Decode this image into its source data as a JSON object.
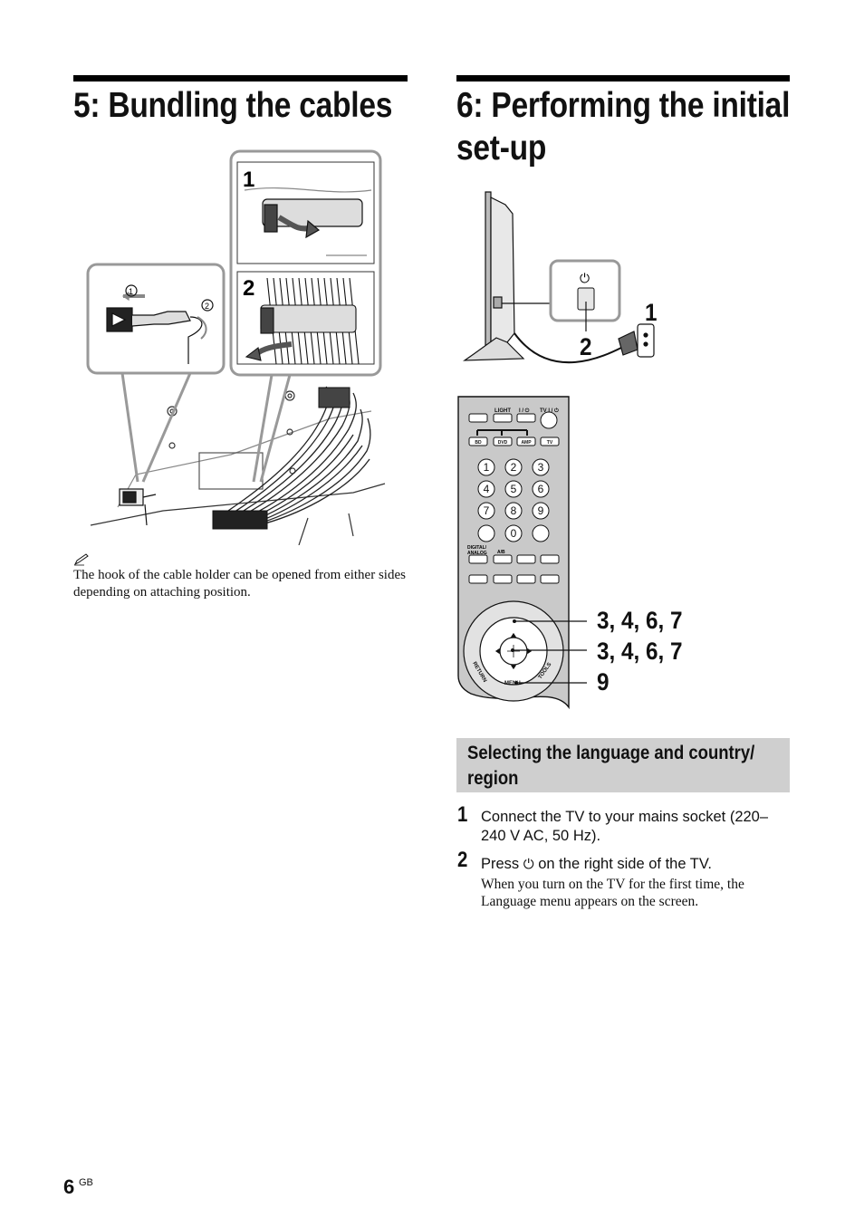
{
  "sections": {
    "left_heading": "5: Bundling the cables",
    "right_heading_line1": "6: Performing the initial",
    "right_heading_line2": "set-up"
  },
  "bundling_figure": {
    "panel_step1": "1",
    "panel_step2": "2",
    "circled_1": "1",
    "circled_2": "2"
  },
  "note": {
    "icon": "pencil-note-icon",
    "text": "The hook of the cable holder can be opened from either sides depending on attaching position."
  },
  "tv_figure": {
    "callout_1": "1",
    "callout_2": "2",
    "power_symbol": "⏻"
  },
  "remote": {
    "top_labels": [
      "LIGHT",
      "I / ⏻",
      "TV I / ⏻"
    ],
    "mode_buttons": [
      "BD",
      "DVD",
      "AMP",
      "TV"
    ],
    "digits": [
      "1",
      "2",
      "3",
      "4",
      "5",
      "6",
      "7",
      "8",
      "9",
      "",
      "0",
      ""
    ],
    "digital_analog_label": "DIGITAL/\nANALOG",
    "ab_label": "A/B",
    "return_label": "RETURN",
    "tools_label": "TOOLS",
    "menu_label": "MENU",
    "callouts": [
      "3, 4, 6, 7",
      "3, 4, 6, 7",
      "9"
    ]
  },
  "subsection": {
    "title": "Selecting the language and country/ region"
  },
  "steps": [
    {
      "num": "1",
      "text": "Connect the TV to your mains socket (220–240 V AC, 50 Hz).",
      "detail": ""
    },
    {
      "num": "2",
      "text_before": "Press",
      "symbol": "⏻",
      "text_after": "on the right side of the TV.",
      "detail": "When you turn on the TV for the first time, the Language menu appears on the screen."
    }
  ],
  "footer": {
    "page_number": "6",
    "page_suffix": "GB"
  }
}
